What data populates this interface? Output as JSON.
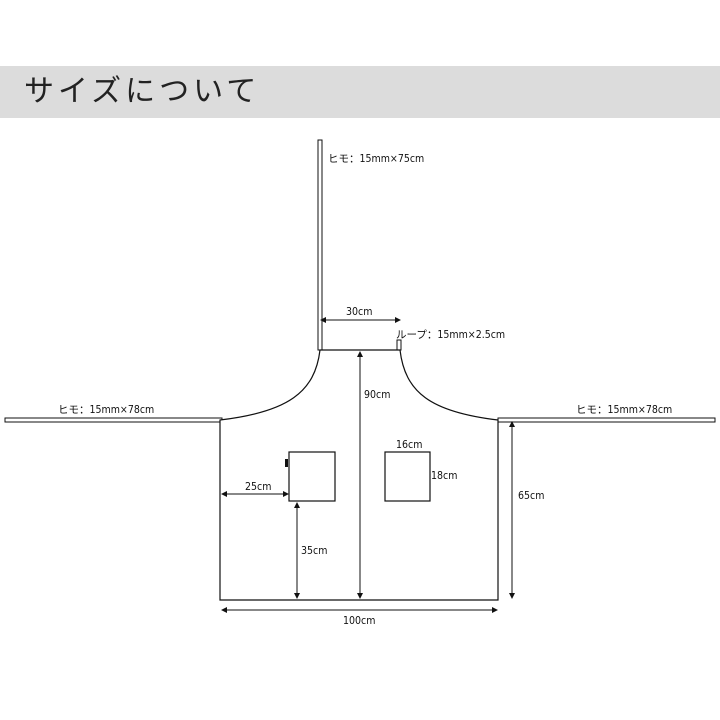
{
  "header": {
    "title": "サイズについて"
  },
  "labels": {
    "neck_strap": "ヒモ：15mm×75cm",
    "top_width": "30cm",
    "loop": "ループ：15mm×2.5cm",
    "left_strap": "ヒモ：15mm×78cm",
    "right_strap": "ヒモ：15mm×78cm",
    "total_length": "90cm",
    "pocket_width": "16cm",
    "pocket_height": "18cm",
    "pocket_offset": "25cm",
    "pocket_from_bottom": "35cm",
    "side_length": "65cm",
    "bottom_width": "100cm"
  },
  "colors": {
    "header_band": "#dcdcdc",
    "line": "#111111"
  }
}
